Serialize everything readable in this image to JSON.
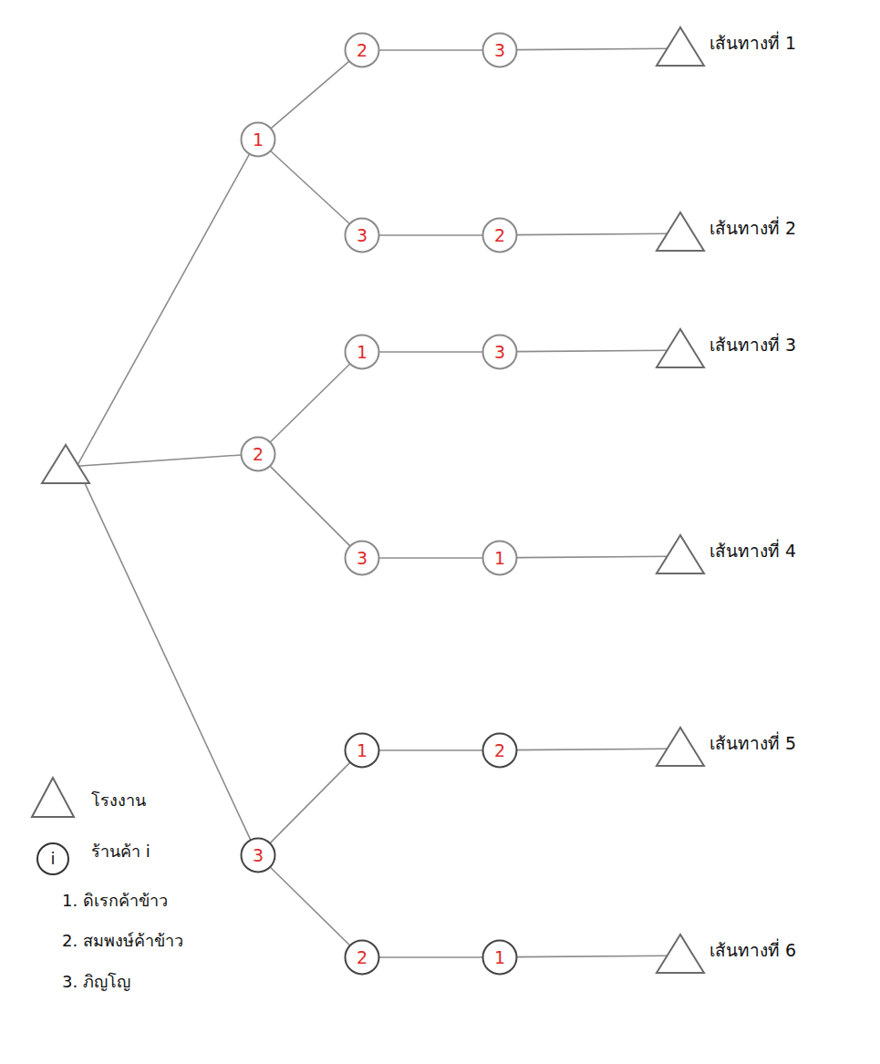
{
  "diagram": {
    "nodes": [
      {
        "text": []
      },
      {
        "text": [
          "1"
        ]
      },
      {
        "text": [
          "2"
        ]
      },
      {
        "text": [
          "3"
        ]
      },
      {
        "text": [
          "2"
        ]
      },
      {
        "text": [
          "3"
        ]
      },
      {
        "text": [
          "เส้นทางที่ 1"
        ]
      },
      {
        "text": [
          "3"
        ]
      },
      {
        "text": [
          "2"
        ]
      },
      {
        "text": [
          "เส้นทางที่ 2"
        ]
      },
      {
        "text": [
          "1"
        ]
      },
      {
        "text": [
          "3"
        ]
      },
      {
        "text": [
          "เส้นทางที่ 3"
        ]
      },
      {
        "text": [
          "3"
        ]
      },
      {
        "text": [
          "1"
        ]
      },
      {
        "text": [
          "เส้นทางที่ 4"
        ]
      },
      {
        "text": [
          "1"
        ]
      },
      {
        "text": [
          "2"
        ]
      },
      {
        "text": [
          "เส้นทางที่ 5"
        ]
      },
      {
        "text": [
          "2"
        ]
      },
      {
        "text": [
          "1"
        ]
      },
      {
        "text": [
          "เส้นทางที่ 6"
        ]
      }
    ],
    "edges": [
      {
        "from": 0,
        "to": 1,
        "arrow": "none"
      },
      {
        "from": 0,
        "to": 2,
        "arrow": "none"
      },
      {
        "from": 0,
        "to": 3,
        "arrow": "none"
      },
      {
        "from": 1,
        "to": 4,
        "arrow": "none"
      },
      {
        "from": 4,
        "to": 5,
        "arrow": "none"
      },
      {
        "from": 5,
        "to": 6,
        "arrow": "none"
      },
      {
        "from": 1,
        "to": 7,
        "arrow": "none"
      },
      {
        "from": 7,
        "to": 8,
        "arrow": "none"
      },
      {
        "from": 8,
        "to": 9,
        "arrow": "none"
      },
      {
        "from": 2,
        "to": 10,
        "arrow": "none"
      },
      {
        "from": 10,
        "to": 11,
        "arrow": "none"
      },
      {
        "from": 11,
        "to": 12,
        "arrow": "none"
      },
      {
        "from": 2,
        "to": 13,
        "arrow": "none"
      },
      {
        "from": 13,
        "to": 14,
        "arrow": "none"
      },
      {
        "from": 14,
        "to": 15,
        "arrow": "none"
      },
      {
        "from": 3,
        "to": 16,
        "arrow": "none"
      },
      {
        "from": 16,
        "to": 17,
        "arrow": "none"
      },
      {
        "from": 17,
        "to": 18,
        "arrow": "none"
      },
      {
        "from": 3,
        "to": 19,
        "arrow": "none"
      },
      {
        "from": 19,
        "to": 20,
        "arrow": "none"
      },
      {
        "from": 20,
        "to": 21,
        "arrow": "none"
      }
    ],
    "labels": [
      "i"
    ],
    "legend": [
      {
        "text": "โรงงาน"
      },
      {
        "text": "ร้านค้า i"
      },
      {
        "text": "1. ดิเรกค้าข้าว"
      },
      {
        "text": "2. สมพงษ์ค้าข้าว"
      },
      {
        "text": "3. ภิญโญ"
      }
    ]
  }
}
